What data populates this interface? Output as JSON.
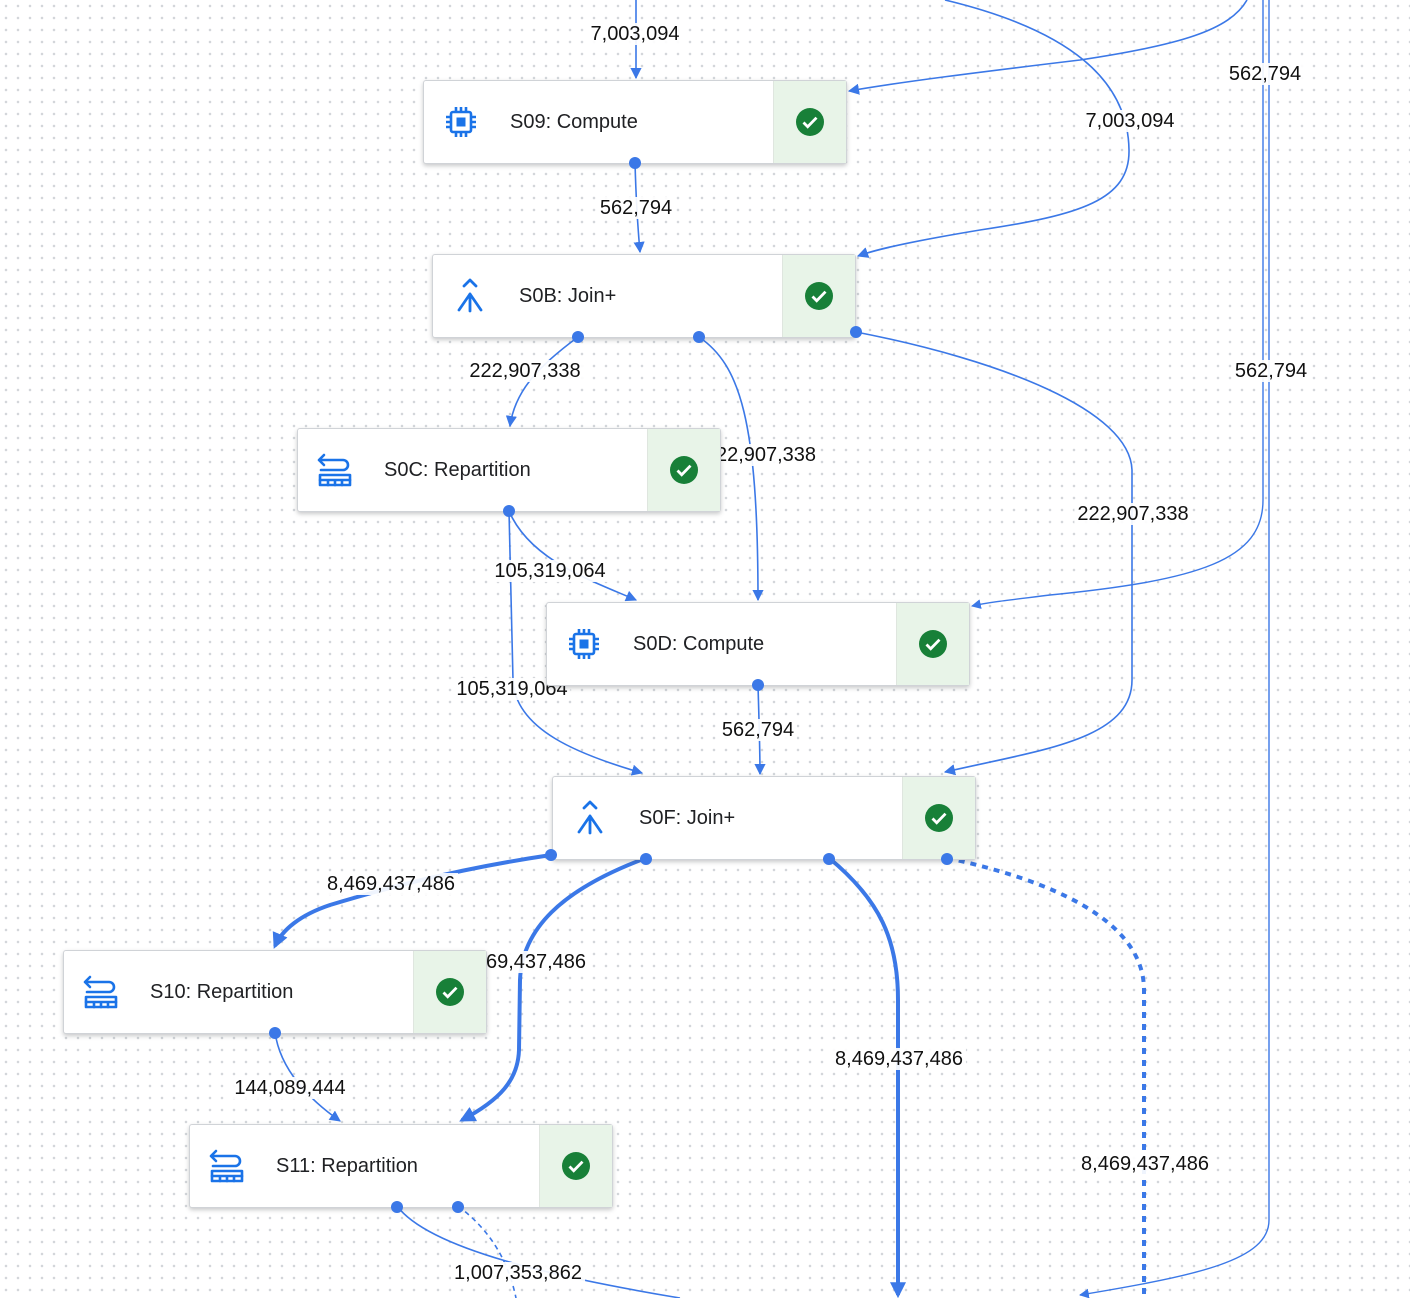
{
  "colors": {
    "edge": "#3b78e7",
    "icon": "#1a73e8",
    "check": "#188038",
    "status_bg": "#e8f4e8"
  },
  "nodes": [
    {
      "id": "s09",
      "label": "S09: Compute",
      "icon": "chip-icon"
    },
    {
      "id": "s0b",
      "label": "S0B: Join+",
      "icon": "join-icon"
    },
    {
      "id": "s0c",
      "label": "S0C: Repartition",
      "icon": "repartition-icon"
    },
    {
      "id": "s0d",
      "label": "S0D: Compute",
      "icon": "chip-icon"
    },
    {
      "id": "s0f",
      "label": "S0F: Join+",
      "icon": "join-icon"
    },
    {
      "id": "s10",
      "label": "S10: Repartition",
      "icon": "repartition-icon"
    },
    {
      "id": "s11",
      "label": "S11: Repartition",
      "icon": "repartition-icon"
    }
  ],
  "edge_labels": [
    "7,003,094",
    "562,794",
    "7,003,094",
    "562,794",
    "222,907,338",
    "22,907,338",
    "222,907,338",
    "562,794",
    "105,319,064",
    "105,319,064",
    "562,794",
    "8,469,437,486",
    "69,437,486",
    "8,469,437,486",
    "8,469,437,486",
    "144,089,444",
    "1,007,353,862"
  ]
}
